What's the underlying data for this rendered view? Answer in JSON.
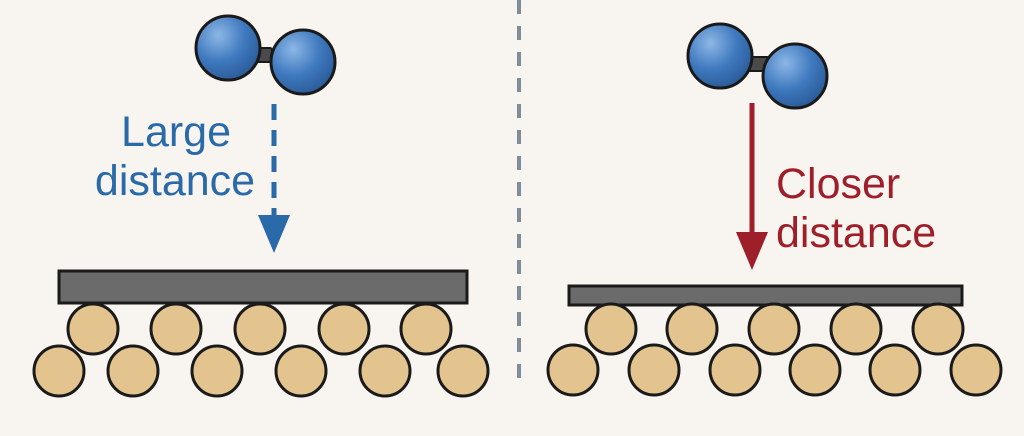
{
  "colors": {
    "background": "#f8f5f0",
    "molecule_atom": "#3f79bf",
    "molecule_atom_highlight": "#8db7e6",
    "molecule_bond": "#4a4a4a",
    "left_arrow": "#2a6aa8",
    "right_arrow": "#9e1f2a",
    "layer_fill": "#6b6b6b",
    "layer_stroke": "#1a1a1a",
    "substrate_atom": "#e3c48e",
    "substrate_stroke": "#1a1a1a",
    "divider": "#7f8c99"
  },
  "left_panel": {
    "label_line1": "Large",
    "label_line2": "distance",
    "arrow_style": "dashed",
    "molecule": "diatomic-molecule",
    "layer": "thick-layer"
  },
  "right_panel": {
    "label_line1": "Closer",
    "label_line2": "distance",
    "arrow_style": "solid",
    "molecule": "diatomic-molecule",
    "layer": "thin-layer"
  },
  "divider_style": "dashed"
}
